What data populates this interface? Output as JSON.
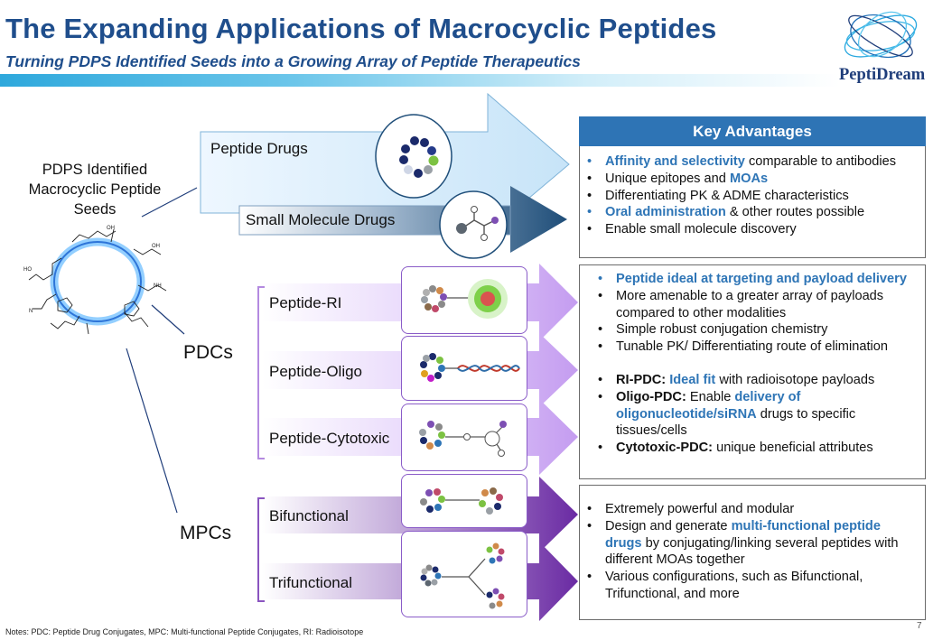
{
  "header": {
    "title": "The Expanding Applications of Macrocyclic Peptides",
    "subtitle": "Turning PDPS Identified Seeds into a Growing Array of Peptide Therapeutics",
    "logo_text": "PeptiDream"
  },
  "left": {
    "seed_label": "PDPS Identified Macrocyclic Peptide Seeds",
    "pdcs_label": "PDCs",
    "mpcs_label": "MPCs"
  },
  "arrows": {
    "peptide_drugs": "Peptide Drugs",
    "small_molecule_drugs": "Small Molecule Drugs",
    "peptide_ri": "Peptide-RI",
    "peptide_oligo": "Peptide-Oligo",
    "peptide_cytotoxic": "Peptide-Cytotoxic",
    "bifunctional": "Bifunctional",
    "trifunctional": "Trifunctional"
  },
  "key_advantages": {
    "header": "Key Advantages",
    "b1_hl": "Affinity and selectivity",
    "b1_rest": " comparable to antibodies",
    "b2_a": "Unique epitopes and ",
    "b2_hl": "MOAs",
    "b3": "Differentiating PK & ADME characteristics",
    "b4_hl": "Oral administration",
    "b4_rest": " & other routes possible",
    "b5": "Enable small molecule discovery"
  },
  "pdc_panel": {
    "b1_hl": "Peptide ideal at targeting and payload delivery",
    "b2": "More amenable to a greater array of payloads compared to other modalities",
    "b3": "Simple robust conjugation chemistry",
    "b4": "Tunable PK/ Differentiating route of elimination",
    "b5_bold": "RI-PDC: ",
    "b5_hl": "Ideal fit",
    "b5_rest": " with radioisotope payloads",
    "b6_bold": "Oligo-PDC: ",
    "b6_a": "Enable ",
    "b6_hl": "delivery of oligonucleotide/siRNA",
    "b6_rest": " drugs to specific tissues/cells",
    "b7_bold": "Cytotoxic-PDC: ",
    "b7_rest": "unique beneficial attributes"
  },
  "mpc_panel": {
    "b1": "Extremely powerful and modular",
    "b2_a": "Design and generate ",
    "b2_hl": "multi-functional peptide drugs",
    "b2_rest": " by conjugating/linking several peptides with different MOAs together",
    "b3": "Various configurations, such as Bifunctional, Trifunctional, and more"
  },
  "footer": {
    "notes": "Notes: PDC: Peptide Drug Conjugates, MPC: Multi-functional Peptide Conjugates, RI: Radioisotope",
    "page_number": "7"
  },
  "colors": {
    "title_blue": "#1f4e8c",
    "accent_blue": "#2e74b5",
    "highlight_blue": "#2e75b6",
    "light_arrow": "#dcefff",
    "dark_arrow": "#1f4e79",
    "purple_light": "#c9a6f0",
    "purple_dark": "#6f2da8"
  },
  "icons": [
    "peptidream-logo-icon",
    "macrocycle-structure-icon",
    "peptide-ring-icon",
    "small-molecule-icon",
    "radioisotope-icon",
    "dna-helix-icon",
    "cytotoxic-molecule-icon",
    "bifunctional-icon",
    "trifunctional-icon"
  ]
}
